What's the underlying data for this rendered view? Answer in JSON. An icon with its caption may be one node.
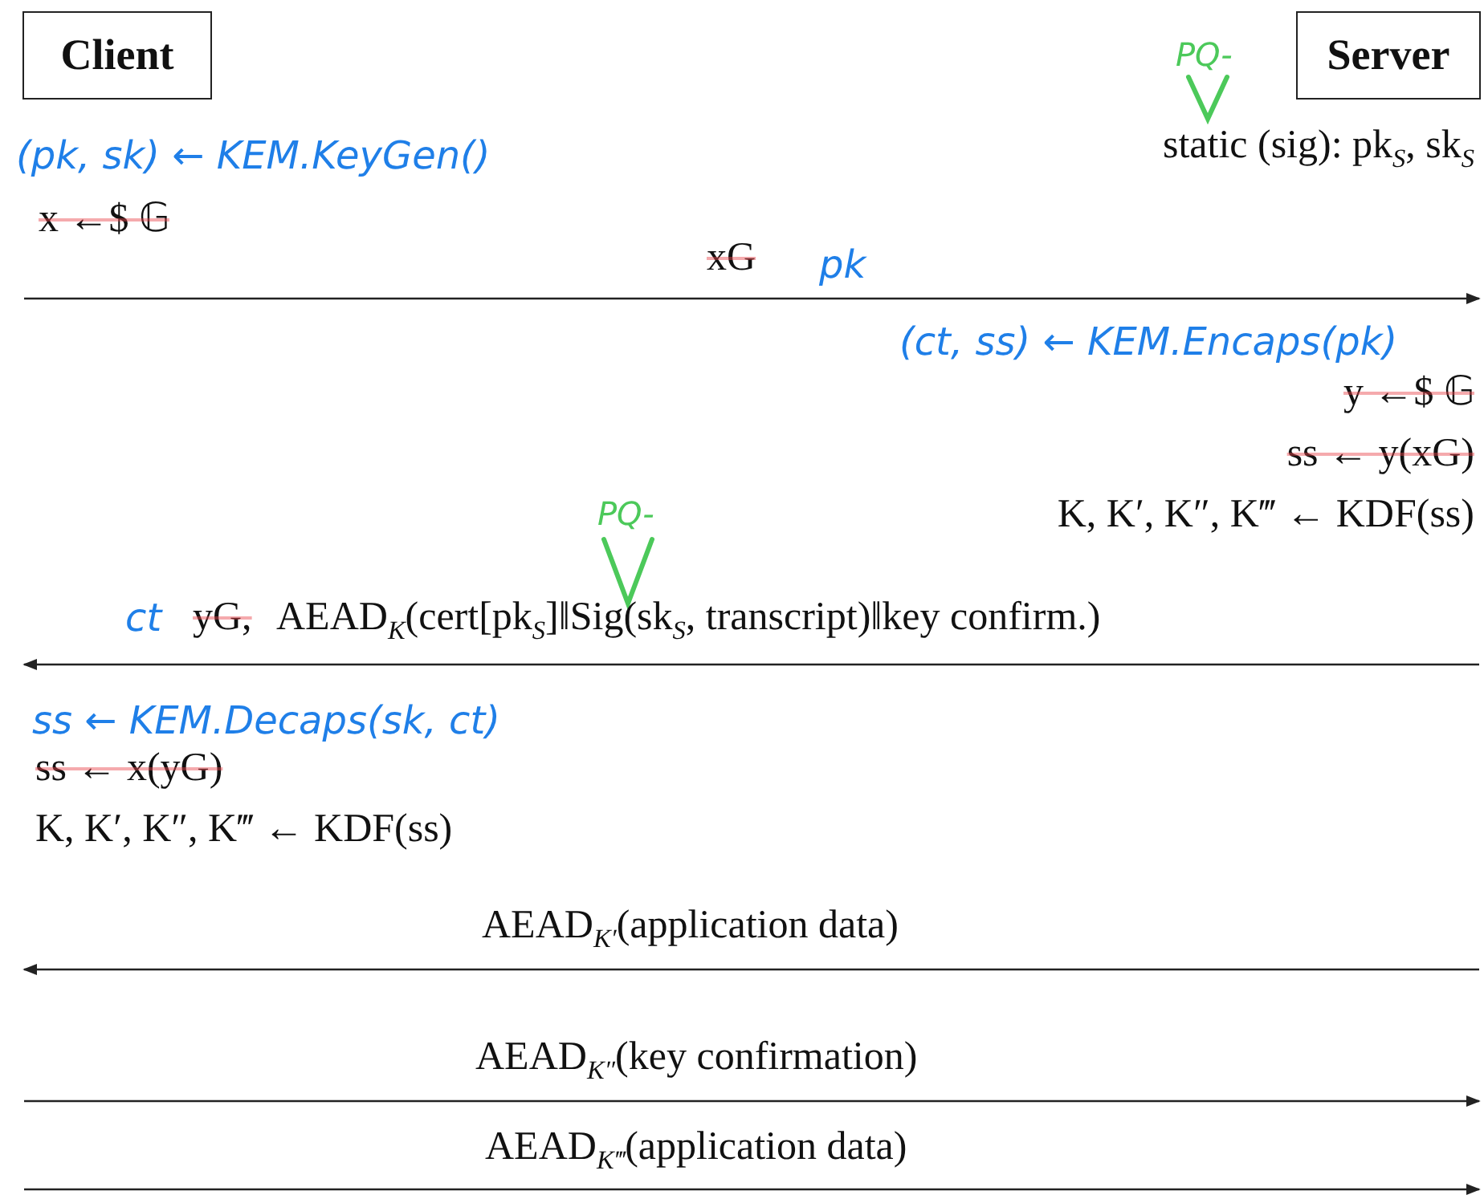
{
  "diagram": {
    "nodes": [
      {
        "text": [
          "Client"
        ]
      },
      {
        "text": [
          "Server"
        ],
        "beside": [
          "static (sig): pk$_{S}$, sk$_{S}$"
        ]
      }
    ],
    "edges": [
      {
        "from": 0,
        "to": 1,
        "arrow": "to",
        "label": "xG"
      },
      {
        "from": 1,
        "to": null,
        "arrow": "to",
        "label": "AEAD$_{K}$(cert[pk$_{S}$]‖Sig(sk$_{S}$, transcript)‖key confirm.)"
      },
      {
        "from": 1,
        "to": null,
        "arrow": "to",
        "label": "AEAD$_{K′}$(application data)"
      },
      {
        "from": 0,
        "to": null,
        "arrow": "to",
        "label": "AEAD$_{K″}$(key confirmation)"
      },
      {
        "from": 0,
        "to": null,
        "arrow": "to",
        "label": "AEAD$_{K‴}$(application data)"
      }
    ],
    "labels": [
      "PQ-",
      "(pk, sk) ← KEM.KeyGen()",
      "x ←$ 𝔾",
      "pk",
      "(ct, ss) ← KEM.Encaps(pk)",
      "y ←$ 𝔾",
      "ss ← y(xG)",
      "K, K′, K″, K‴ ← KDF(ss)",
      "PQ-",
      "ct",
      "yG,",
      "ss ← KEM.Decaps(sk, ct)",
      "ss ← x(yG)",
      "K, K′, K″, K‴ ← KDF(ss)"
    ]
  }
}
